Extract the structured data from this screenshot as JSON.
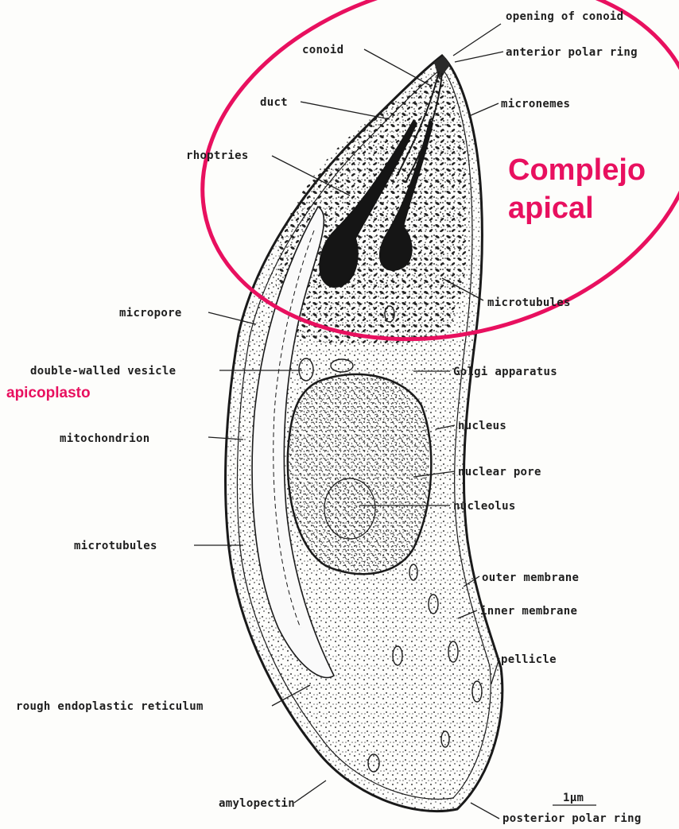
{
  "labels": {
    "opening_of_conoid": "opening of conoid",
    "conoid": "conoid",
    "anterior_polar_ring": "anterior polar ring",
    "duct": "duct",
    "micronemes": "micronemes",
    "rhoptries": "rhoptries",
    "microtubules_top": "microtubules",
    "micropore": "micropore",
    "double_walled_vesicle": "double-walled vesicle",
    "golgi_apparatus": "Golgi apparatus",
    "nucleus": "nucleus",
    "mitochondrion": "mitochondrion",
    "nuclear_pore": "nuclear pore",
    "nucleolus": "nucleolus",
    "microtubules_left": "microtubules",
    "outer_membrane": "outer membrane",
    "inner_membrane": "inner membrane",
    "pellicle": "pellicle",
    "rough_er": "rough endoplastic reticulum",
    "scale_bar": "1μm",
    "amylopectin": "amylopectin",
    "posterior_polar_ring": "posterior polar ring"
  },
  "annotations": {
    "complejo_line1": "Complejo",
    "complejo_line2": "apical",
    "apicoplasto": "apicoplasto"
  },
  "colors": {
    "annotation": "#e8105f",
    "ink": "#1e1e1e"
  }
}
